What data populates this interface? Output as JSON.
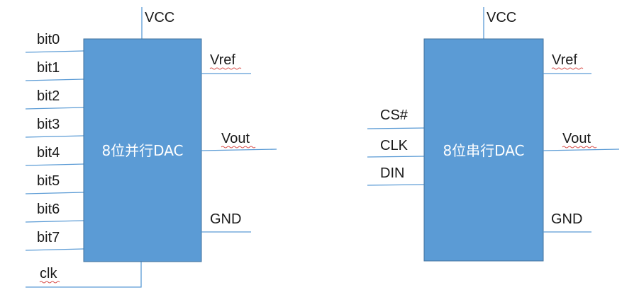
{
  "parallel_dac": {
    "title": "8位并行DAC",
    "vcc": "VCC",
    "vref": "Vref",
    "vout": "Vout",
    "gnd": "GND",
    "inputs": [
      "bit0",
      "bit1",
      "bit2",
      "bit3",
      "bit4",
      "bit5",
      "bit6",
      "bit7"
    ],
    "clk": "clk"
  },
  "serial_dac": {
    "title": "8位串行DAC",
    "vcc": "VCC",
    "vref": "Vref",
    "vout": "Vout",
    "gnd": "GND",
    "inputs": [
      "CS#",
      "CLK",
      "DIN"
    ]
  },
  "colors": {
    "chip_fill": "#5b9bd5",
    "wire": "#5b9bd5",
    "chip_text": "#ffffff",
    "label_text": "#1a1a1a"
  }
}
